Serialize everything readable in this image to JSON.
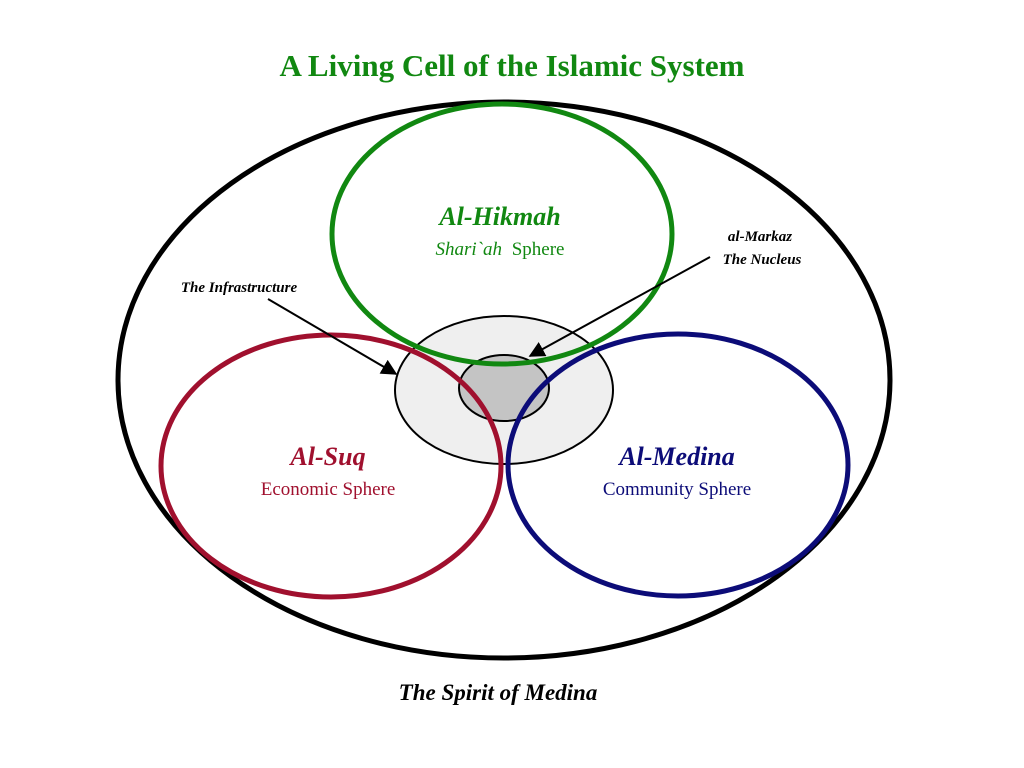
{
  "title": "A Living Cell of the Islamic System",
  "spheres": {
    "hikmah": {
      "name": "Al-Hikmah",
      "sub_italic": "Shari`ah",
      "sub_rest": "Sphere"
    },
    "suq": {
      "name": "Al-Suq",
      "sub": "Economic Sphere"
    },
    "medina": {
      "name": "Al-Medina",
      "sub": "Community Sphere"
    }
  },
  "callouts": {
    "infrastructure": "The Infrastructure",
    "markaz_line1": "al-Markaz",
    "markaz_line2": "The Nucleus"
  },
  "footer": "The Spirit of Medina",
  "colors": {
    "title": "#118811",
    "hikmah": "#118811",
    "suq": "#a0102e",
    "medina": "#0c0c78",
    "outer": "#000000",
    "infrastructure_fill": "#efefef",
    "nucleus_fill": "#c4c4c4"
  }
}
